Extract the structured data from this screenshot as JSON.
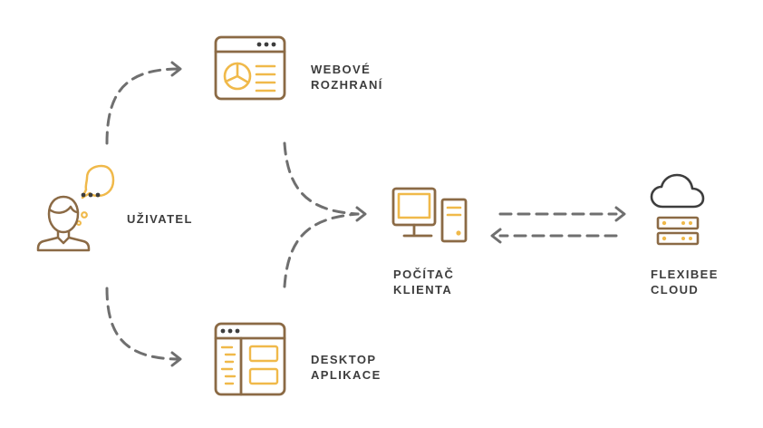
{
  "nodes": {
    "user": {
      "label": "UŽIVATEL"
    },
    "web": {
      "line1": "WEBOVÉ",
      "line2": "ROZHRANÍ"
    },
    "desktop": {
      "line1": "DESKTOP",
      "line2": "APLIKACE"
    },
    "client": {
      "line1": "POČÍTAČ",
      "line2": "KLIENTA"
    },
    "cloud": {
      "line1": "FLEXIBEE",
      "line2": "CLOUD"
    }
  },
  "colors": {
    "brown": "#8b6a45",
    "orange": "#f0b94a",
    "arrow": "#6f6f6f",
    "text": "#3d3d3d"
  }
}
